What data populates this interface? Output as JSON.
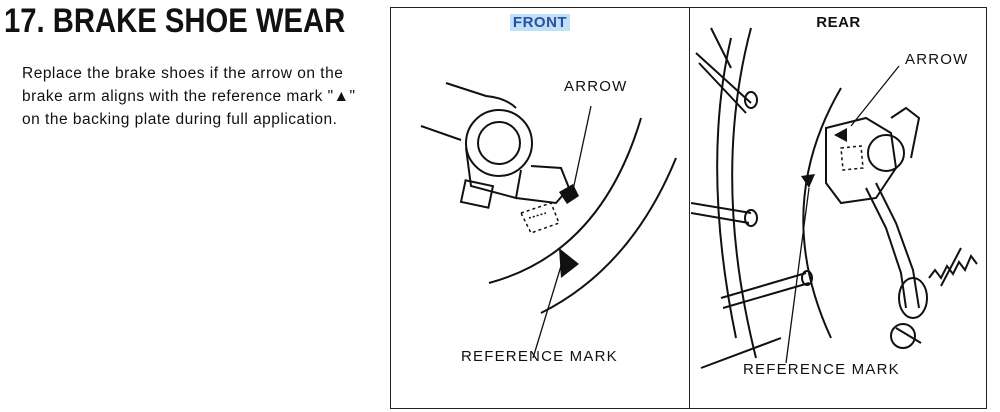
{
  "section": {
    "title": "17. BRAKE SHOE WEAR",
    "body": "Replace the brake shoes if the arrow on the brake arm aligns with the reference mark \"▲\" on the backing plate during full application."
  },
  "figure": {
    "front": {
      "title": "FRONT",
      "arrow_label": "ARROW",
      "reference_label": "REFERENCE MARK"
    },
    "rear": {
      "title": "REAR",
      "arrow_label": "ARROW",
      "reference_label": "REFERENCE MARK"
    }
  }
}
